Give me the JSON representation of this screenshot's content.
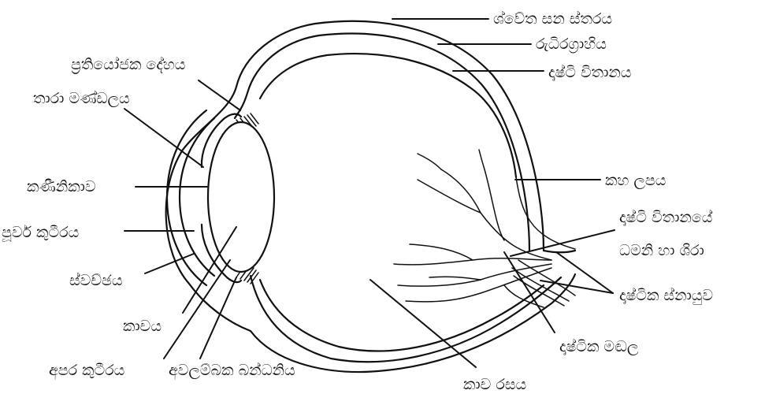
{
  "diagram": {
    "labels": {
      "sclera": "ශ්වේත සන ස්තරය",
      "choroid": "රුධිරග්‍රාහිය",
      "retina": "දෘෂ්ටි විතානය",
      "ciliary_body": "ප්‍රතියෝජක දේහය",
      "iris": "තාරා මණ්ඩලය",
      "pupil": "කණීනිකාව",
      "anterior_chamber": "පූර්ව කුටීරය",
      "cornea": "ස්වච්ඡය",
      "lens": "කාචය",
      "posterior_chamber": "අපර කුටීරය",
      "suspensory_ligament": "අවලම්බක බන්ධනිය",
      "vitreous_humour": "කාච රසය",
      "blind_spot": "කහ ලපය",
      "retinal_vessels_line1": "දෘෂ්ටි විතානයේ",
      "retinal_vessels_line2": "ධමනි හා ශිරා",
      "optic_nerve": "දෘෂ්ටික ස්නායුව",
      "optic_disc": "දෘෂ්ටික මඬල"
    }
  }
}
